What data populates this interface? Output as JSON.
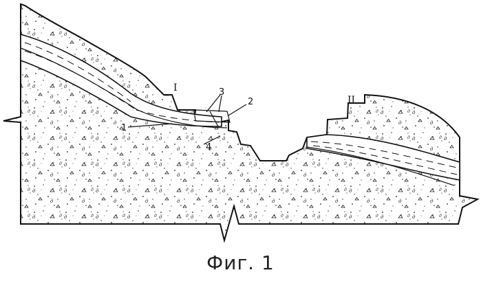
{
  "figure": {
    "caption": "Фиг. 1",
    "zone_labels": [
      "I",
      "II"
    ],
    "callouts": [
      "1",
      "2",
      "3",
      "4"
    ]
  }
}
